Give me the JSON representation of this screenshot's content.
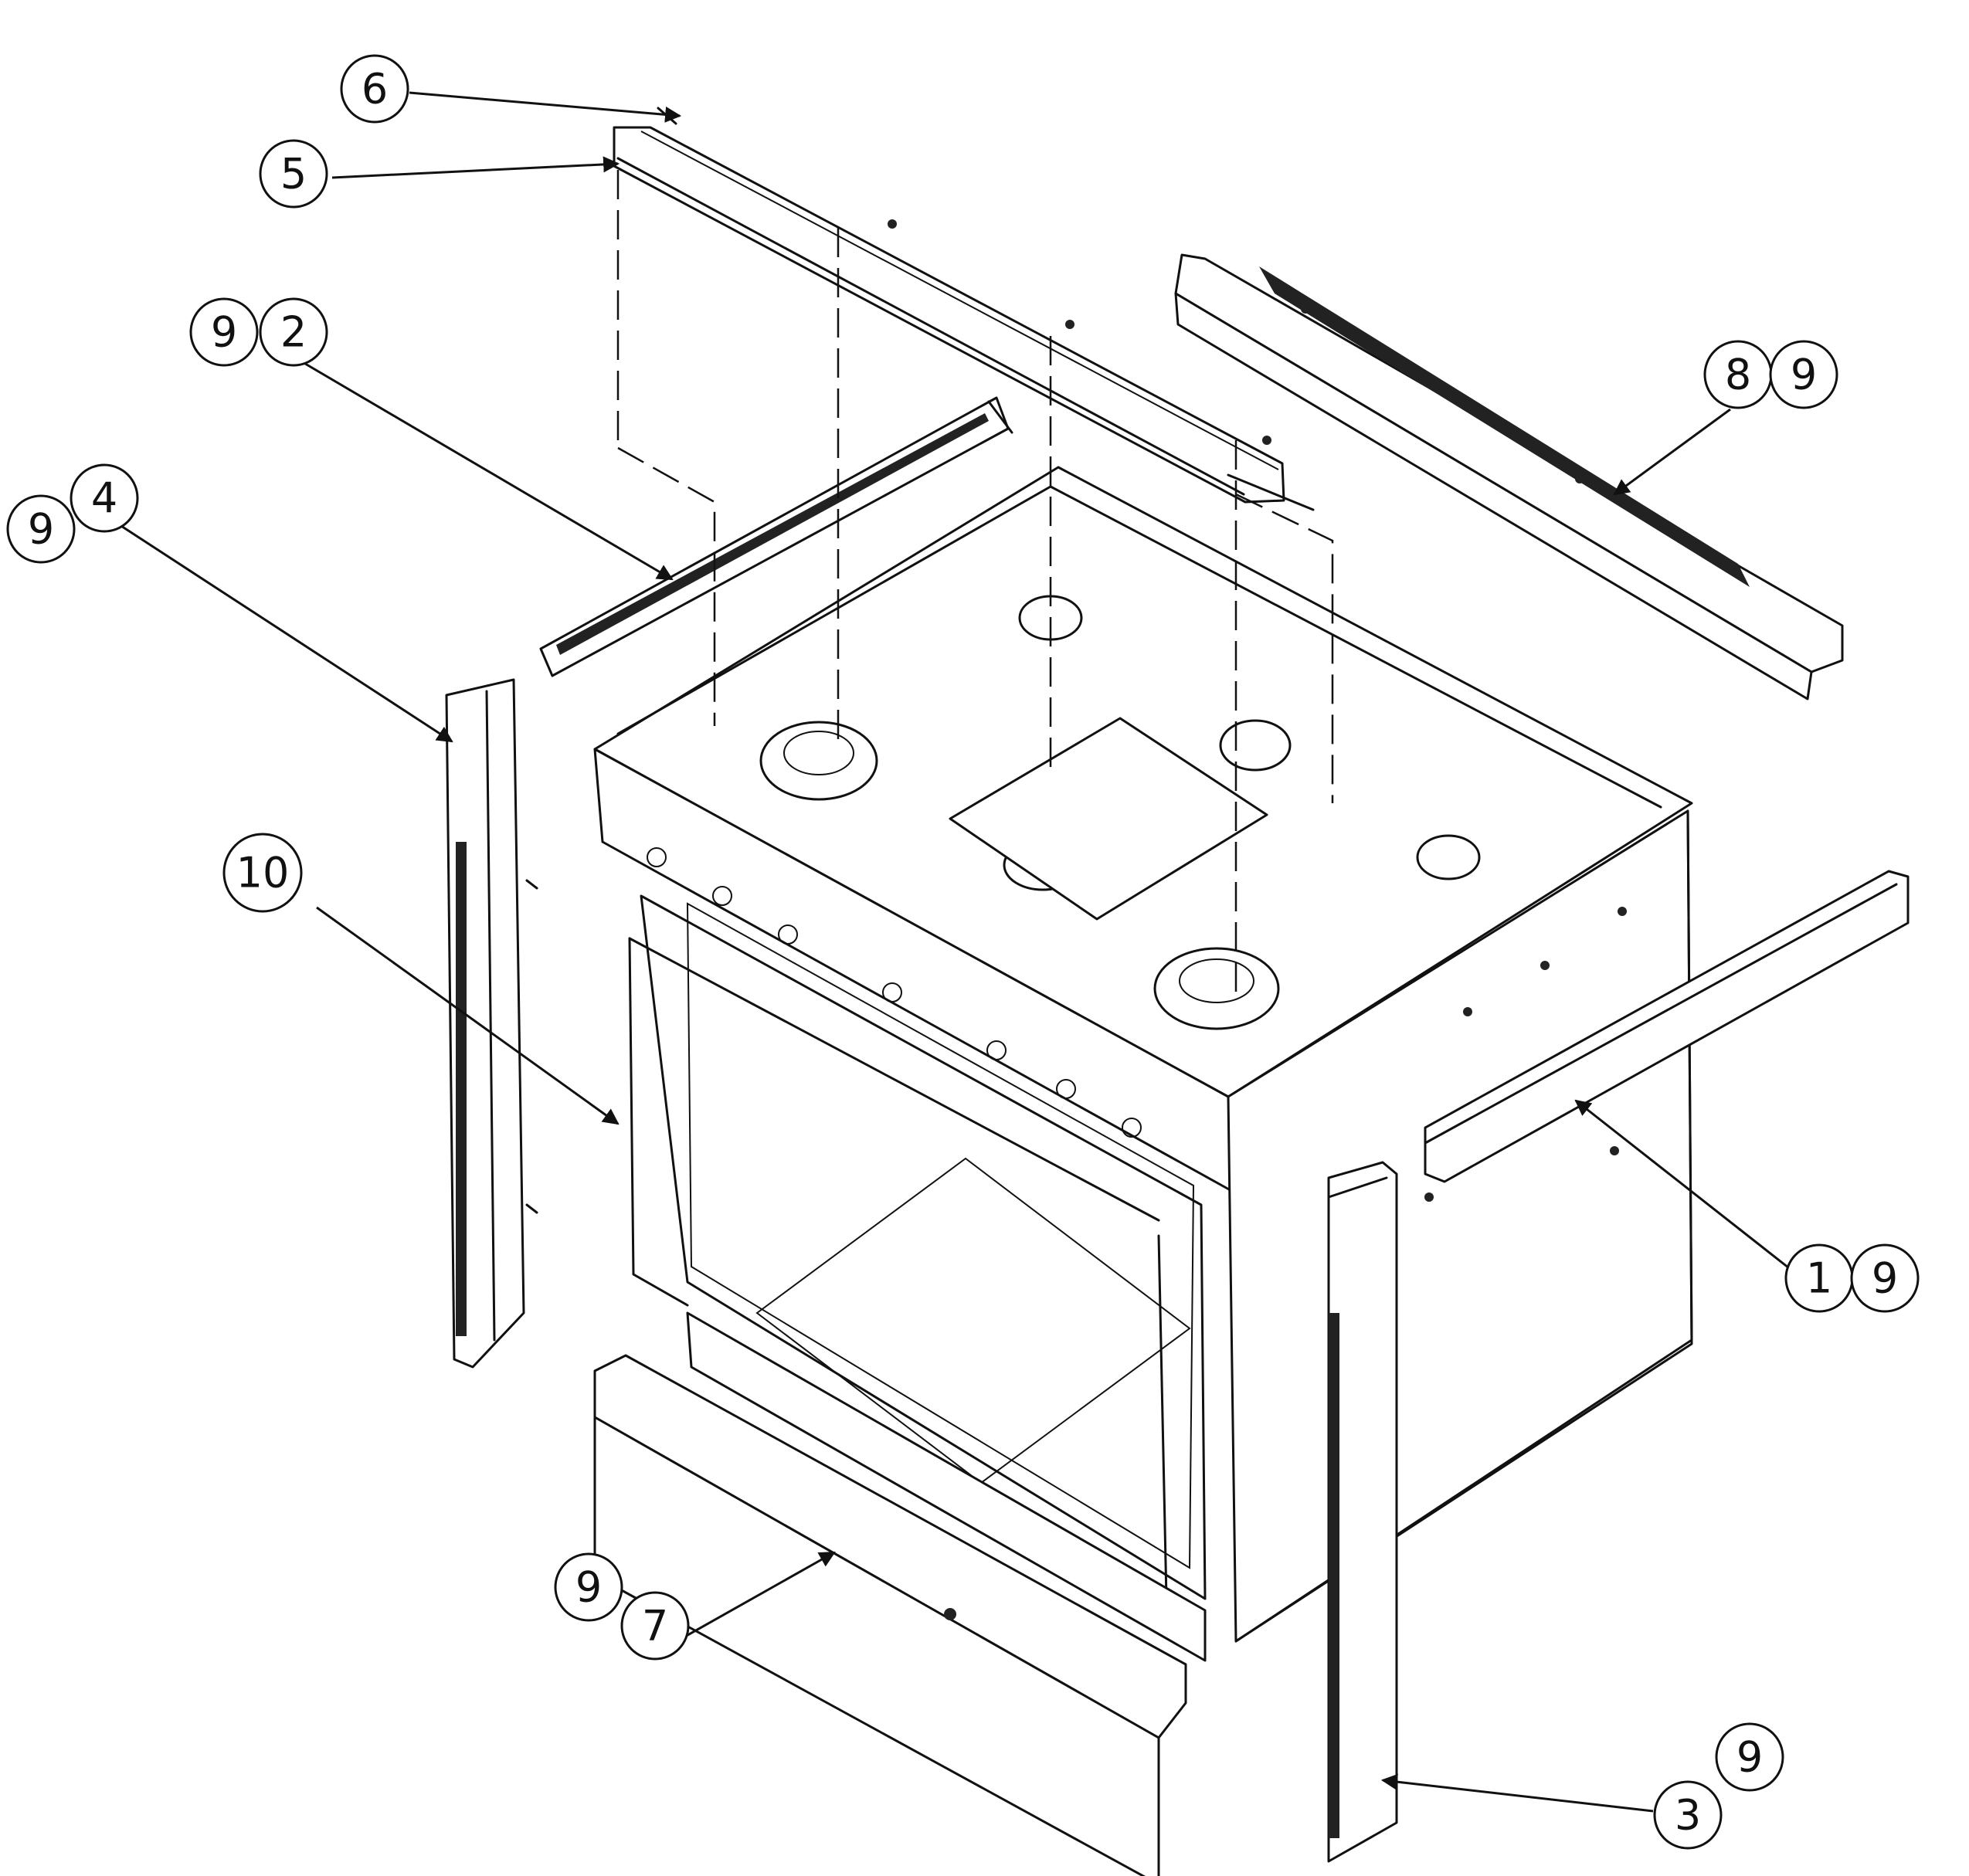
{
  "callouts": [
    {
      "id": "6",
      "label": "6"
    },
    {
      "id": "5",
      "label": "5"
    },
    {
      "id": "9a",
      "label": "9"
    },
    {
      "id": "2",
      "label": "2"
    },
    {
      "id": "9b",
      "label": "9"
    },
    {
      "id": "4",
      "label": "4"
    },
    {
      "id": "8",
      "label": "8"
    },
    {
      "id": "9c",
      "label": "9"
    },
    {
      "id": "10",
      "label": "10"
    },
    {
      "id": "1",
      "label": "1"
    },
    {
      "id": "9d",
      "label": "9"
    },
    {
      "id": "9e",
      "label": "9"
    },
    {
      "id": "7",
      "label": "7"
    },
    {
      "id": "9f",
      "label": "9"
    },
    {
      "id": "3",
      "label": "3"
    }
  ]
}
